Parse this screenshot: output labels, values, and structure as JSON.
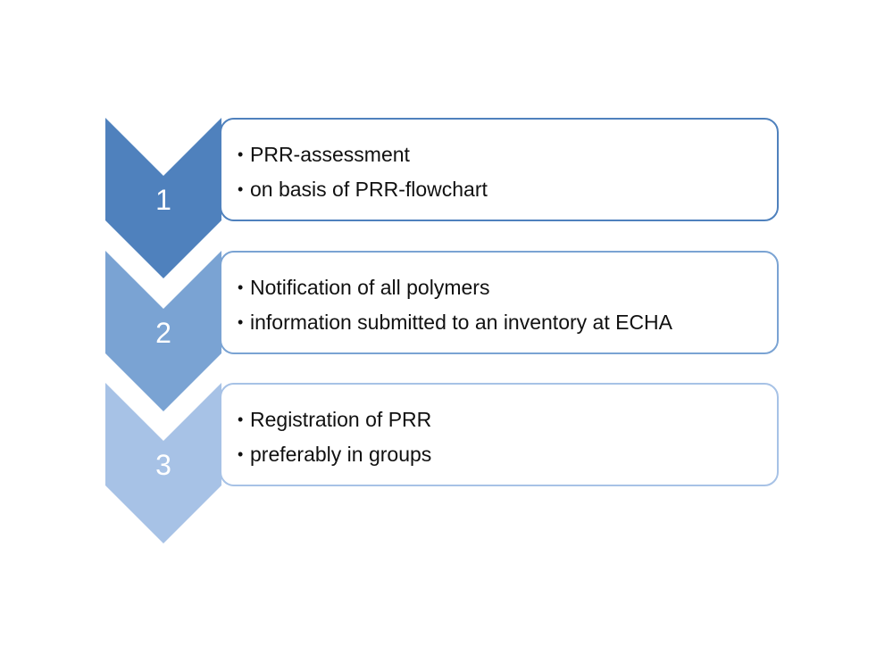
{
  "steps": [
    {
      "number": "1",
      "color": "#4f81bd",
      "border_color": "#4f81bd",
      "bullets": [
        "PRR-assessment",
        "on basis of PRR-flowchart"
      ]
    },
    {
      "number": "2",
      "color": "#7aa3d3",
      "border_color": "#7aa3d3",
      "bullets": [
        "Notification of all polymers",
        "information submitted to an inventory at ECHA"
      ]
    },
    {
      "number": "3",
      "color": "#a7c2e6",
      "border_color": "#a7c2e6",
      "bullets": [
        "Registration of PRR",
        "preferably in groups"
      ]
    }
  ]
}
